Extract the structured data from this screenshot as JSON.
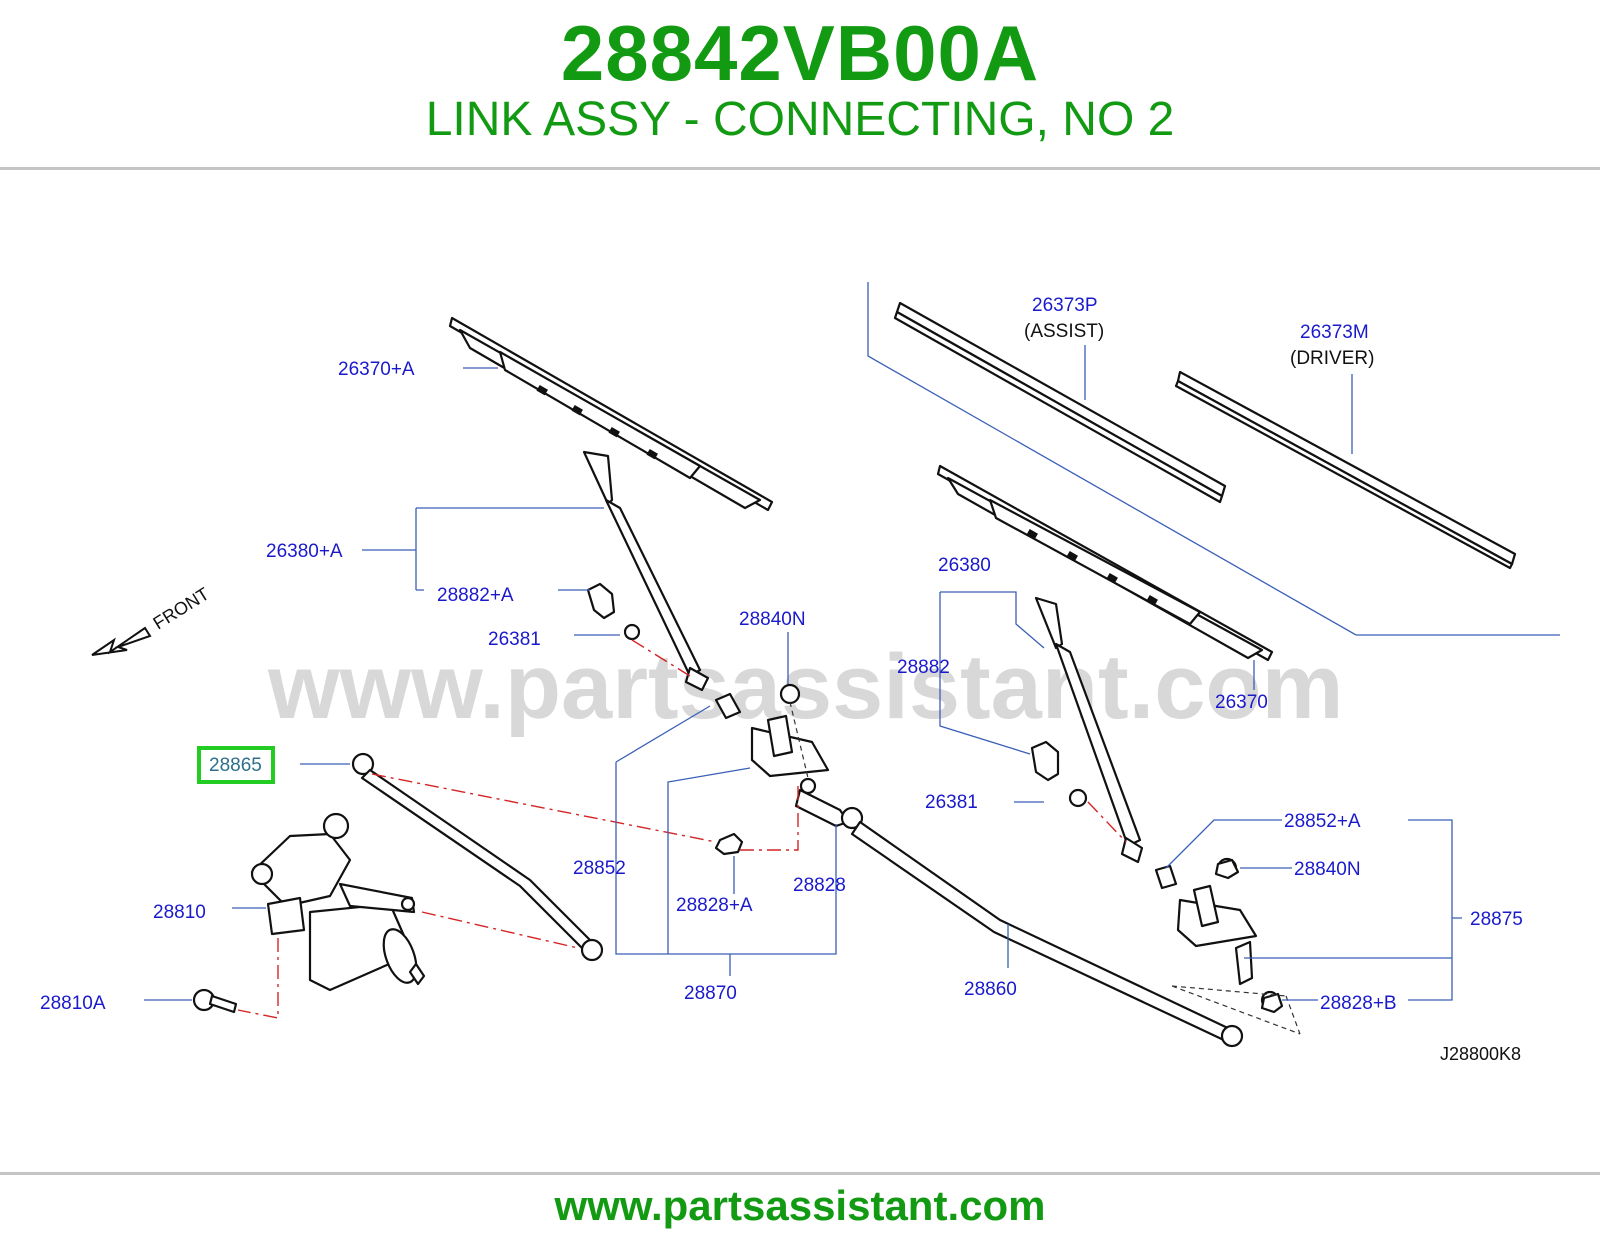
{
  "header": {
    "part_number": "28842VB00A",
    "description": "LINK ASSY - CONNECTING, NO 2"
  },
  "watermark": "www.partsassistant.com",
  "footer": {
    "url": "www.partsassistant.com"
  },
  "diagram": {
    "front_label": "FRONT",
    "diagram_code": "J28800K8",
    "highlighted_part": "28865",
    "highlight_color": "#22cc22",
    "callout_color": "#1a1acc",
    "brand_color": "#139a13",
    "callouts": {
      "c26370A": "26370+A",
      "c26373P": "26373P",
      "assist": "(ASSIST)",
      "c26373M": "26373M",
      "driver": "(DRIVER)",
      "c26380A": "26380+A",
      "c28882A": "28882+A",
      "c26381L": "26381",
      "c28840N1": "28840N",
      "c26380": "26380",
      "c28882": "28882",
      "c26370": "26370",
      "c28865": "28865",
      "c26381R": "26381",
      "c28852A": "28852+A",
      "c28840N2": "28840N",
      "c28852": "28852",
      "c28828A": "28828+A",
      "c28828": "28828",
      "c28875": "28875",
      "c28810": "28810",
      "c28870": "28870",
      "c28860": "28860",
      "c28828B": "28828+B",
      "c28810A": "28810A"
    }
  }
}
